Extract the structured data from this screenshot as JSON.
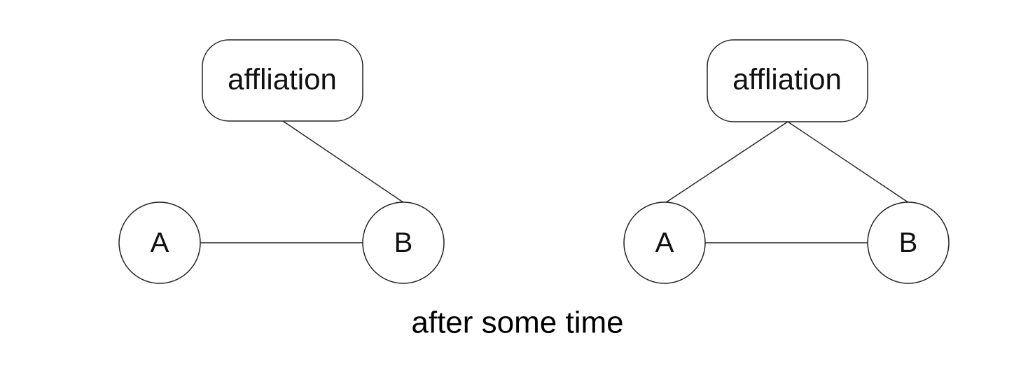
{
  "left_panel": {
    "affiliation_label": "affliation",
    "node_a_label": "A",
    "node_b_label": "B"
  },
  "right_panel": {
    "affiliation_label": "affliation",
    "node_a_label": "A",
    "node_b_label": "B"
  },
  "caption": "after some time"
}
